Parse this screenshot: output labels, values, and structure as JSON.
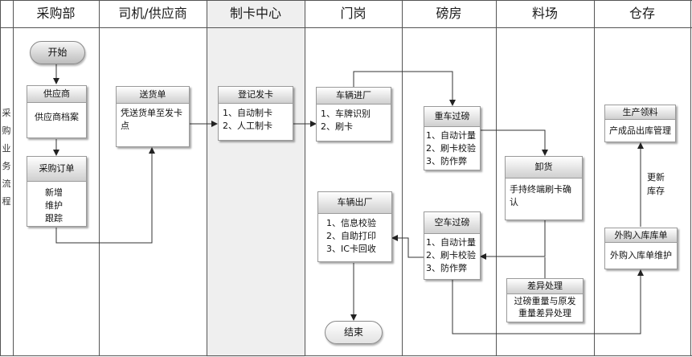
{
  "lanes": {
    "procurement": "采购部",
    "driver_supplier": "司机/供应商",
    "card_center": "制卡中心",
    "gate": "门岗",
    "weighbridge": "磅房",
    "material_yard": "料场",
    "warehouse": "仓存"
  },
  "sidebar_label": "采购业务流程",
  "nodes": {
    "start": "开始",
    "end": "结束",
    "supplier": {
      "title": "供应商",
      "body": "供应商档案"
    },
    "purchase_order": {
      "title": "采购订单",
      "lines": [
        "新增",
        "维护",
        "跟踪"
      ]
    },
    "delivery_note": {
      "title": "送货单",
      "body": "凭送货单至发卡点"
    },
    "register_card": {
      "title": "登记发卡",
      "lines": [
        "1、自动制卡",
        "2、人工制卡"
      ]
    },
    "vehicle_in": {
      "title": "车辆进厂",
      "lines": [
        "1、车牌识别",
        "2、刷卡"
      ]
    },
    "vehicle_out": {
      "title": "车辆出厂",
      "lines": [
        "1、信息校验",
        "2、自助打印",
        "3、IC卡回收"
      ]
    },
    "loaded_weigh": {
      "title": "重车过磅",
      "lines": [
        "1、自动计量",
        "2、刷卡校验",
        "3、防作弊"
      ]
    },
    "empty_weigh": {
      "title": "空车过磅",
      "lines": [
        "1、自动计量",
        "2、刷卡校验",
        "3、防作弊"
      ]
    },
    "unload": {
      "title": "卸货",
      "body": "手持终端刷卡确认"
    },
    "diff_handling": {
      "title": "差异处理",
      "body": "过磅重量与原发重量差异处理"
    },
    "production_material": {
      "title": "生产领料",
      "body": "产成品出库管理"
    },
    "purchase_inbound": {
      "title": "外购入库库单",
      "body": "外购入库单维护"
    },
    "update_stock_note": [
      "更新",
      "库存"
    ]
  }
}
